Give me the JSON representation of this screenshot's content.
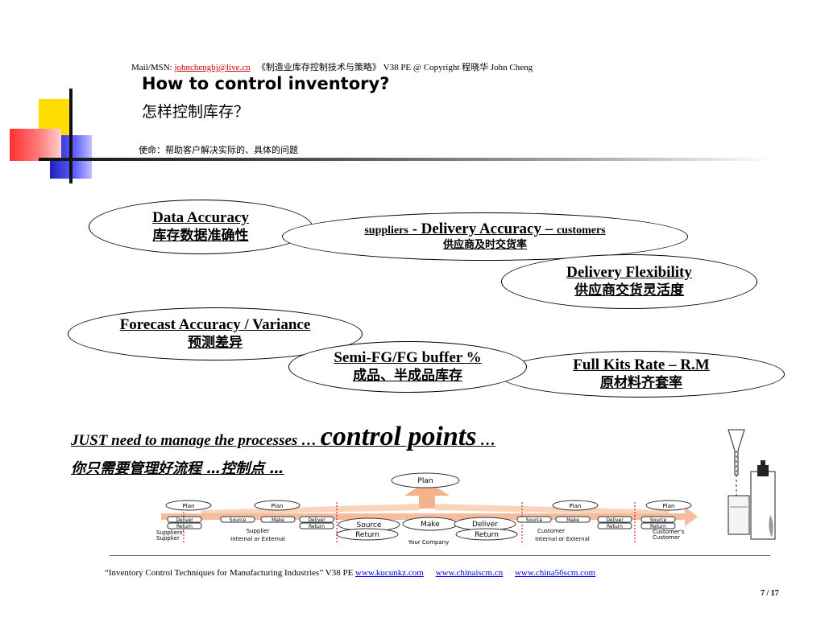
{
  "header": {
    "contact_label": "Mail/MSN: ",
    "email": "johnchengbj@live.cn",
    "book_title": "《制造业库存控制技术与策略》 V38 PE @ Copyright 程晓华 John Cheng"
  },
  "title": {
    "en": "How to control inventory?",
    "zh": "怎样控制库存？"
  },
  "mission": "使命：帮助客户解决实际的、具体的问题",
  "ellipses": {
    "data_accuracy": {
      "en": "Data Accuracy",
      "zh": "库存数据准确性"
    },
    "delivery_accuracy": {
      "left": "suppliers",
      "mid": " - Delivery Accuracy – ",
      "right": "customers",
      "zh": "供应商及时交货率"
    },
    "delivery_flexibility": {
      "en": "Delivery Flexibility",
      "zh": "供应商交货灵活度"
    },
    "forecast_accuracy": {
      "en": "Forecast Accuracy / Variance",
      "zh": "预测差异"
    },
    "semi_fg_buffer": {
      "en": "Semi-FG/FG buffer %",
      "zh": "成品、半成品库存"
    },
    "full_kits": {
      "en": "Full Kits Rate – R.M",
      "zh": "原材料齐套率"
    }
  },
  "statement": {
    "en_prefix": "JUST need to manage the processes … ",
    "en_big": "control points",
    "en_suffix": " …",
    "zh": "你只需要管理好流程  …控制点 …"
  },
  "diagram": {
    "plan_top": "Plan",
    "plan_left": "Plan",
    "plan_left2": "Plan",
    "plan_right": "Plan",
    "plan_right2": "Plan",
    "source": "Source",
    "make": "Make",
    "deliver": "Deliver",
    "return_l": "Return",
    "return_r": "Return",
    "deliver_small": "Deliver",
    "return_small": "Return",
    "source_small": "Source",
    "make_small": "Make",
    "deliver_small2": "Deliver",
    "return_small2": "Return",
    "source_small2": "Source",
    "make_small2": "Make",
    "deliver_small3": "Deliver",
    "return_small3": "Return",
    "source_small3": "Source",
    "return_small4": "Return",
    "suppliers_label": "Suppliers'",
    "supplier_label2": "Supplier",
    "supplier_label": "Supplier",
    "internal_external_l": "Internal or External",
    "your_company": "Your Company",
    "customer_label": "Customer",
    "internal_external_r": "Internal or External",
    "customers_label": "Customer's",
    "customer_label2": "Customer"
  },
  "footer": {
    "text": "“Inventory Control Techniques for Manufacturing Industries” V38 PE ",
    "link1": "www.kucunkz.com",
    "link2": "www.chinaiscm.cn",
    "link3": "www.china56scm.com"
  },
  "page_number": "7 / 17"
}
